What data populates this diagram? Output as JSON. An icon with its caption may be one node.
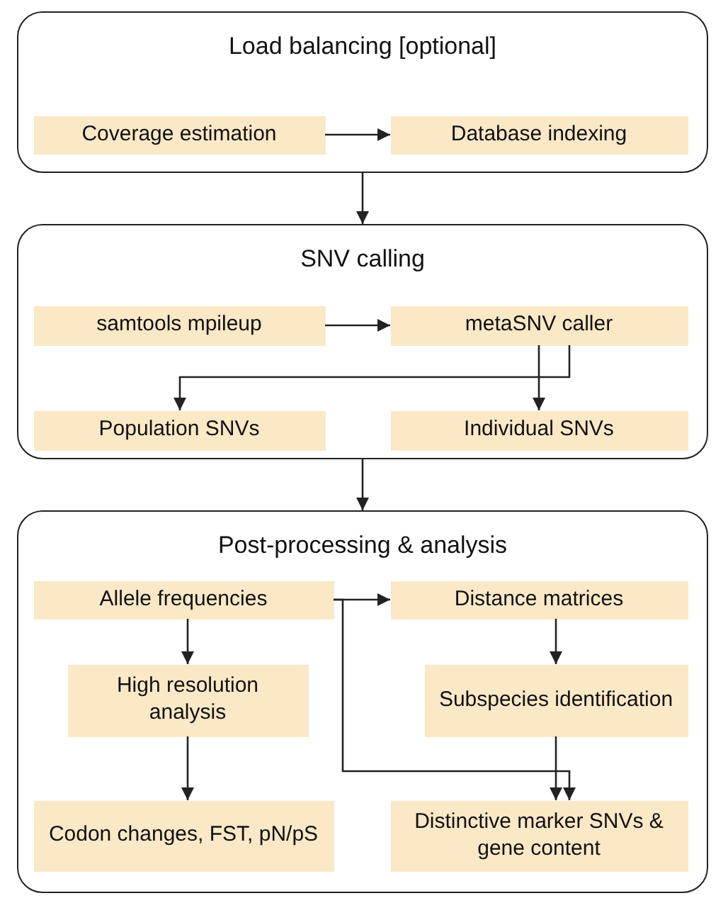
{
  "diagram": {
    "nodes": [
      {
        "text": [
          "Load balancing [optional]"
        ]
      },
      {
        "text": [
          "Coverage estimation"
        ],
        "in": 0
      },
      {
        "text": [
          "Database indexing"
        ],
        "in": 0
      },
      {
        "text": [
          "SNV calling"
        ]
      },
      {
        "text": [
          "samtools mpileup"
        ],
        "in": 3
      },
      {
        "text": [
          "metaSNV caller"
        ],
        "in": 3
      },
      {
        "text": [
          "Population SNVs"
        ],
        "in": 3
      },
      {
        "text": [
          "Individual SNVs"
        ],
        "in": 3
      },
      {
        "text": [
          "Post-processing & analysis"
        ]
      },
      {
        "text": [
          "Allele frequencies"
        ],
        "in": 8
      },
      {
        "text": [
          "Distance matrices"
        ],
        "in": 8
      },
      {
        "text": [
          "High resolution analysis"
        ],
        "in": 8
      },
      {
        "text": [
          "Subspecies identification"
        ],
        "in": 8
      },
      {
        "text": [
          "Codon changes, FST, pN/pS"
        ],
        "in": 8
      },
      {
        "text": [
          "Distinctive marker SNVs & gene content"
        ],
        "in": 8
      }
    ],
    "edges": [
      {
        "from": 1,
        "to": 2,
        "arrow": "to"
      },
      {
        "from": 0,
        "to": 3,
        "arrow": "to"
      },
      {
        "from": 4,
        "to": 5,
        "arrow": "to"
      },
      {
        "from": 5,
        "to": 6,
        "arrow": "to"
      },
      {
        "from": 5,
        "to": 7,
        "arrow": "to"
      },
      {
        "from": 3,
        "to": 8,
        "arrow": "to"
      },
      {
        "from": 9,
        "to": 10,
        "arrow": "to"
      },
      {
        "from": 9,
        "to": 11,
        "arrow": "to"
      },
      {
        "from": 11,
        "to": 13,
        "arrow": "to"
      },
      {
        "from": 10,
        "to": 12,
        "arrow": "to"
      },
      {
        "from": 9,
        "to": 14,
        "arrow": "to"
      },
      {
        "from": 12,
        "to": 14,
        "arrow": "to"
      }
    ]
  }
}
